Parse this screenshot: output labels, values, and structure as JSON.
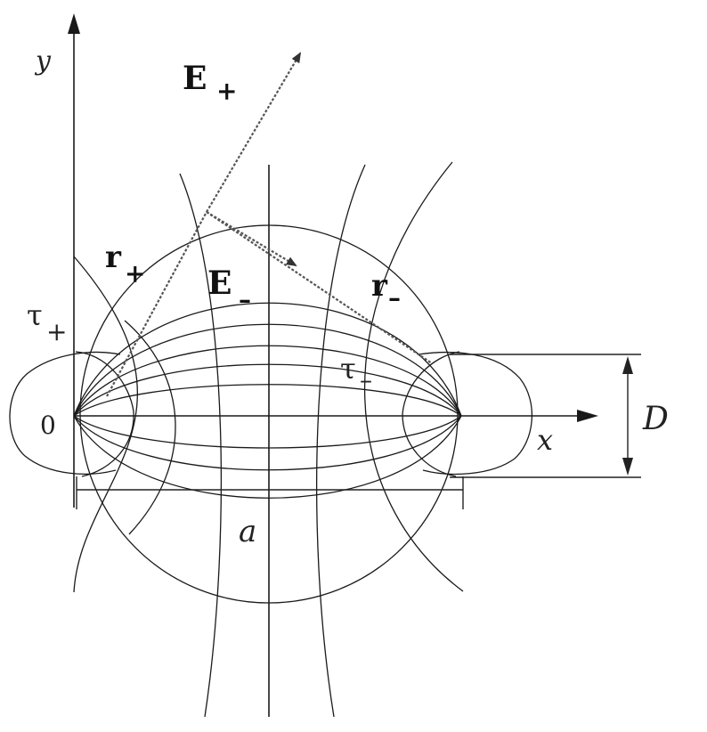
{
  "labels": {
    "y_axis": "y",
    "x_axis": "x",
    "origin": "0",
    "E_plus": "E",
    "E_plus_sub": "+",
    "E_minus": "E",
    "E_minus_sub": "–",
    "r_plus": "r",
    "r_plus_sub": "+",
    "r_minus": "r",
    "r_minus_sub": "–",
    "tau_plus": "τ",
    "tau_plus_sub": "+",
    "tau_minus": "τ",
    "tau_minus_sub": "–",
    "D": "D",
    "a": "a"
  },
  "colors": {
    "ink": "#1a1a1a",
    "vector": "#555555",
    "background": "#ffffff"
  }
}
